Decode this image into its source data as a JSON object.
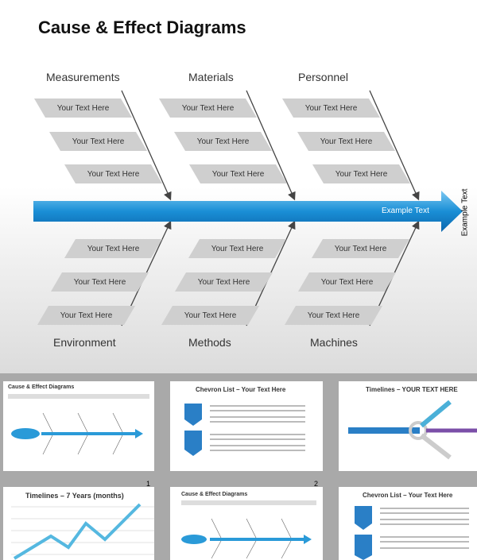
{
  "title": "Cause & Effect Diagrams",
  "categories": {
    "top": [
      "Measurements",
      "Materials",
      "Personnel"
    ],
    "bottom": [
      "Environment",
      "Methods",
      "Machines"
    ]
  },
  "box_text": "Your Text Here",
  "effect_text": "Example Text",
  "colors": {
    "arrow": "#1a8fd6",
    "box": "#cfcfcf",
    "strip": "#a9a9a9"
  },
  "thumbnails": [
    {
      "title": "Cause & Effect Diagrams"
    },
    {
      "title": "Chevron List – Your Text Here"
    },
    {
      "title": "Timelines – YOUR TEXT HERE"
    },
    {
      "title": "Timelines – 7 Years (months)"
    },
    {
      "title": "Cause & Effect Diagrams"
    },
    {
      "title": "Chevron List – Your Text Here"
    }
  ],
  "thumb_numbers": [
    "1",
    "2"
  ]
}
